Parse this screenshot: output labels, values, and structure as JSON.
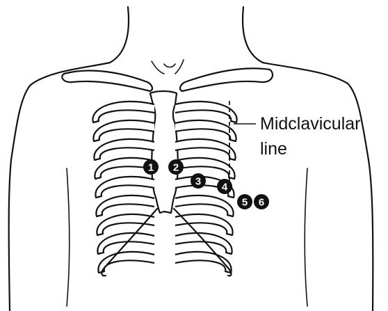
{
  "annotation": {
    "line1": "Midclavicular",
    "line2": "line"
  },
  "markers": [
    {
      "id": "V1",
      "label": "1"
    },
    {
      "id": "V2",
      "label": "2"
    },
    {
      "id": "V3",
      "label": "3"
    },
    {
      "id": "V4",
      "label": "4"
    },
    {
      "id": "V5",
      "label": "5"
    },
    {
      "id": "V6",
      "label": "6"
    }
  ]
}
